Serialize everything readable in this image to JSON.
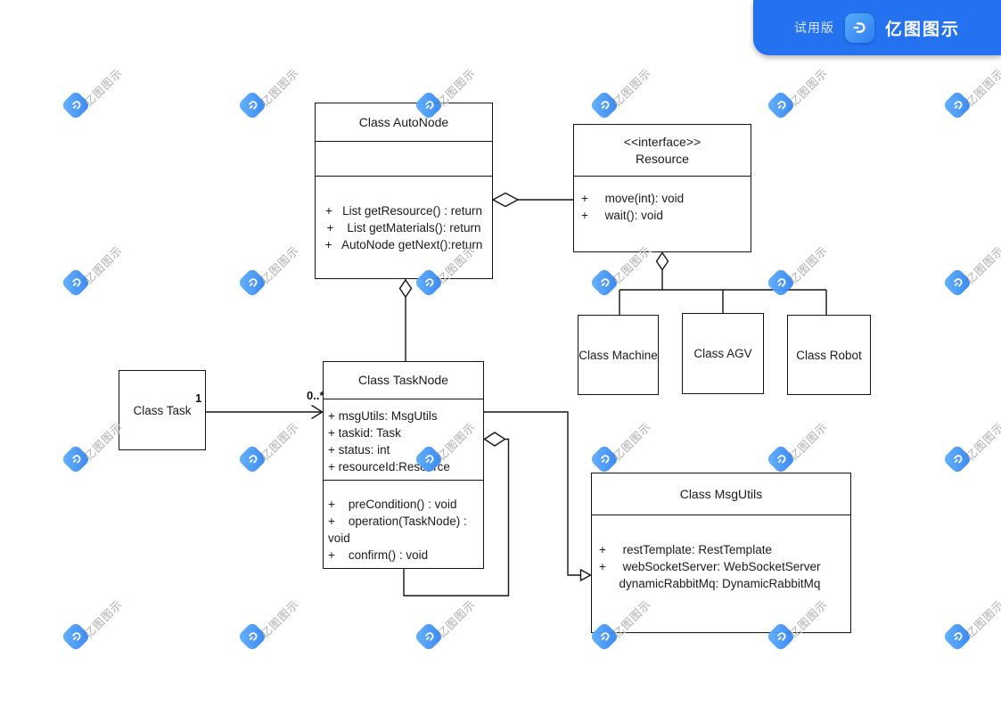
{
  "badge": {
    "trial_label": "试用版",
    "brand": "亿图图示"
  },
  "watermark": {
    "text": "亿图图示"
  },
  "colors": {
    "badge_blue": "#2472f0",
    "logo_gradient_light": "#58abfb",
    "logo_gradient_dark": "#2e7ff2",
    "watermark_gray": "#7d7d7d",
    "line_black": "#141414",
    "box_fill": "#ffffff"
  },
  "icons": {
    "badge_logo": "edraw-d-logo",
    "watermark_logo": "edraw-d-logo"
  },
  "classes": {
    "autonode": {
      "title": "Class AutoNode",
      "methods": [
        "+   List getResource() : return",
        "+    List getMaterials(): return",
        "+   AutoNode getNext():return"
      ]
    },
    "resource": {
      "stereotype": "<<interface>>",
      "title": "Resource",
      "methods": [
        "+     move(int): void",
        "+     wait(): void"
      ]
    },
    "machine": {
      "title": "Class Machine"
    },
    "agv": {
      "title": "Class AGV"
    },
    "robot": {
      "title": "Class Robot"
    },
    "task": {
      "title": "Class Task"
    },
    "tasknode": {
      "title": "Class TaskNode",
      "fields": [
        "+ msgUtils: MsgUtils",
        "+ taskid: Task",
        "+ status: int",
        "+ resourceId:Resource"
      ],
      "methods": [
        "+    preCondition() : void",
        "+    operation(TaskNode) :",
        "void",
        "+    confirm() : void"
      ]
    },
    "msgutils": {
      "title": "Class MsgUtils",
      "fields": [
        "+     restTemplate: RestTemplate",
        "+     webSocketServer: WebSocketServer",
        "      dynamicRabbitMq: DynamicRabbitMq"
      ]
    }
  },
  "connectors": {
    "task_tasknode": {
      "source_multiplicity": "1",
      "target_multiplicity": "0..*"
    }
  }
}
